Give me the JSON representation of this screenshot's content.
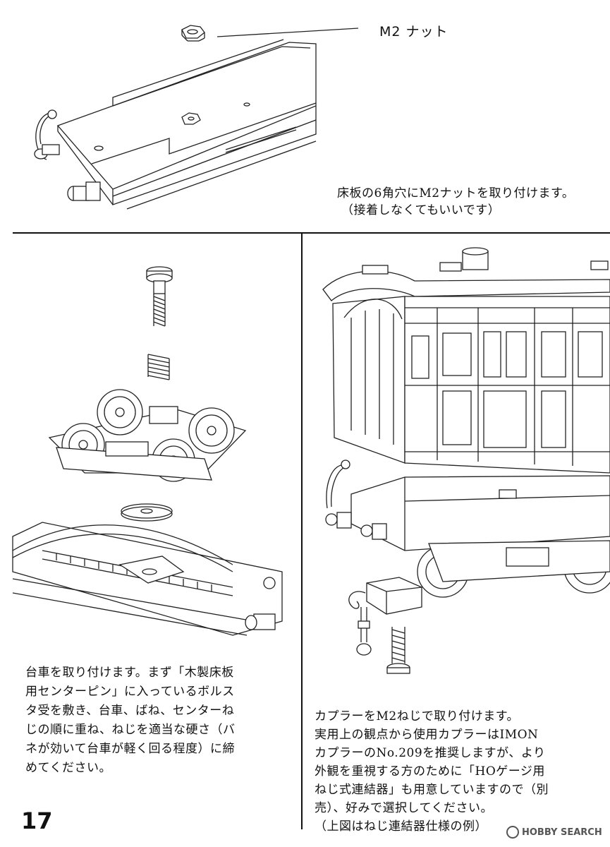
{
  "top": {
    "nut_label": "M2 ナット",
    "caption_line1": "床板の6角穴にM2ナットを取り付けます。",
    "caption_line2": "（接着しなくてもいいです）"
  },
  "left": {
    "caption": "台車を取り付けます。まず「木製床板\n用センターピン」に入っているボルス\nタ受を敷き、台車、ばね、センターね\nじの順に重ね、ねじを適当な硬さ（バ\nネが効いて台車が軽く回る程度）に締\nめてください。"
  },
  "right": {
    "caption": "カプラーをM2ねじで取り付けます。\n実用上の観点から使用カプラーはIMON\nカプラーのNo.209を推奨しますが、より\n外観を重視する方のために「HOゲージ用\nねじ式連結器」も用意していますので（別\n売）、好みで選択してください。\n（上図はねじ連結器仕様の例）"
  },
  "page_number": "17",
  "watermark": "HOBBY SEARCH"
}
